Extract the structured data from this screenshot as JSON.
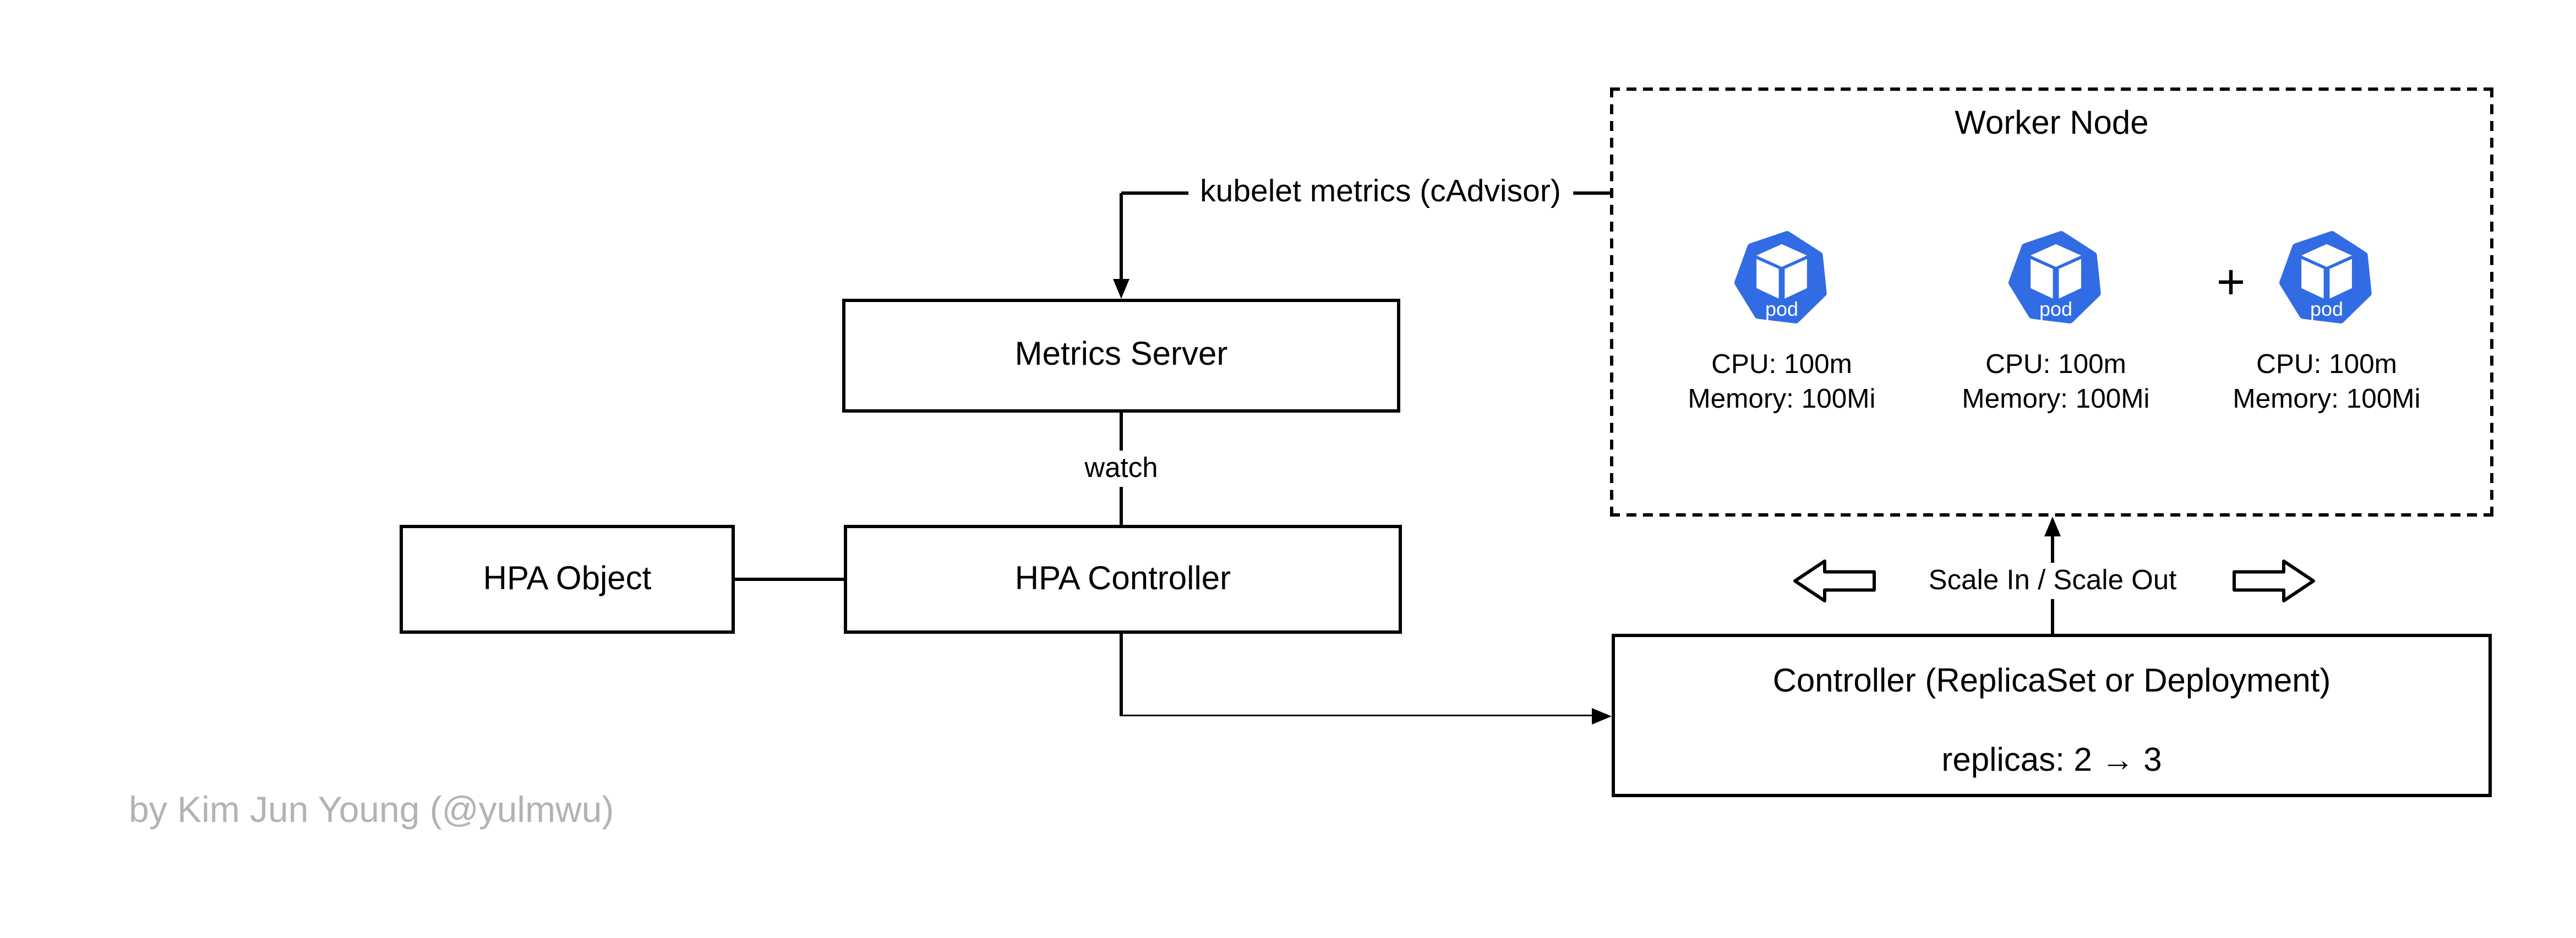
{
  "worker_node": {
    "title": "Worker Node",
    "plus_sign": "+",
    "pods": [
      {
        "label": "pod",
        "cpu": "CPU: 100m",
        "memory": "Memory: 100Mi"
      },
      {
        "label": "pod",
        "cpu": "CPU: 100m",
        "memory": "Memory: 100Mi"
      },
      {
        "label": "pod",
        "cpu": "CPU: 100m",
        "memory": "Memory: 100Mi"
      }
    ]
  },
  "nodes": {
    "metrics_server": {
      "label": "Metrics Server"
    },
    "hpa_object": {
      "label": "HPA Object"
    },
    "hpa_controller": {
      "label": "HPA Controller"
    },
    "controller": {
      "title": "Controller (ReplicaSet or Deployment)",
      "replicas": "replicas: 2 → 3"
    }
  },
  "edges": {
    "kubelet_metrics_label": "kubelet metrics (cAdvisor)",
    "watch_label": "watch",
    "scale_label": "Scale In / Scale Out"
  },
  "attribution": "by Kim Jun Young (@yulmwu)",
  "colors": {
    "pod_blue": "#326CE5",
    "line_black": "#000000",
    "attribution_gray": "#b3b3b3",
    "background": "#ffffff"
  }
}
